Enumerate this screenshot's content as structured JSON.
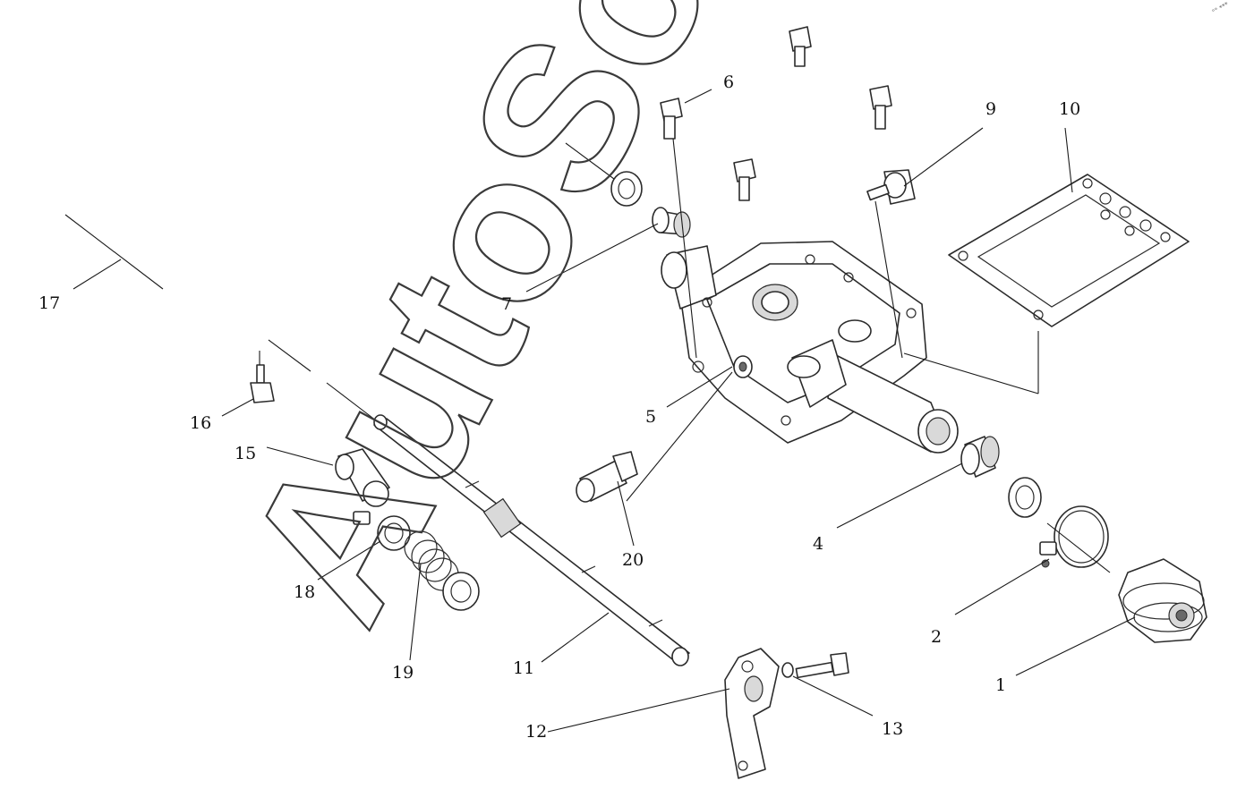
{
  "diagram": {
    "type": "exploded parts diagram",
    "watermark": "AutoSoft",
    "corner_mark": "°° ***",
    "callouts": [
      {
        "id": "c1",
        "label": "1"
      },
      {
        "id": "c2",
        "label": "2"
      },
      {
        "id": "c4",
        "label": "4"
      },
      {
        "id": "c5",
        "label": "5"
      },
      {
        "id": "c6",
        "label": "6"
      },
      {
        "id": "c7",
        "label": "7"
      },
      {
        "id": "c9",
        "label": "9"
      },
      {
        "id": "c10",
        "label": "10"
      },
      {
        "id": "c11",
        "label": "11"
      },
      {
        "id": "c12",
        "label": "12"
      },
      {
        "id": "c13",
        "label": "13"
      },
      {
        "id": "c15",
        "label": "15"
      },
      {
        "id": "c16",
        "label": "16"
      },
      {
        "id": "c17",
        "label": "17"
      },
      {
        "id": "c18",
        "label": "18"
      },
      {
        "id": "c19",
        "label": "19"
      },
      {
        "id": "c20",
        "label": "20"
      }
    ],
    "colors": {
      "line": "#2b2b2b",
      "background": "#ffffff",
      "watermark": "#3a3a3a"
    }
  }
}
